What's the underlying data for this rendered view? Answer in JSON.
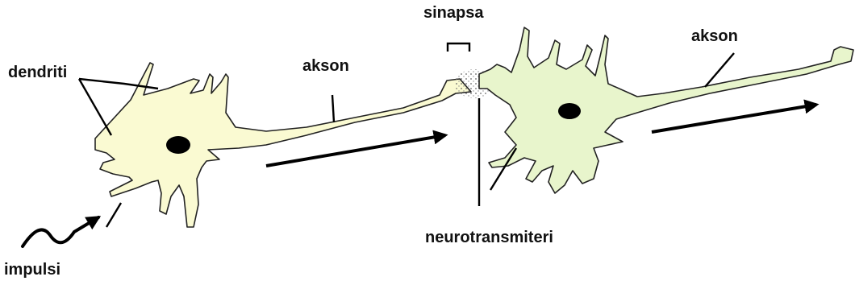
{
  "labels": {
    "dendrites": "dendriti",
    "axon_left": "akson",
    "synapse": "sinapsa",
    "axon_right": "akson",
    "neurotransmitters": "neurotransmiteri",
    "impulse": "impulsi"
  },
  "colors": {
    "neuron_left_fill": "#fafad2",
    "neuron_right_fill": "#e8f5cc",
    "outline": "#222222",
    "nucleus": "#000000",
    "arrow": "#000000",
    "label_text": "#111111"
  }
}
